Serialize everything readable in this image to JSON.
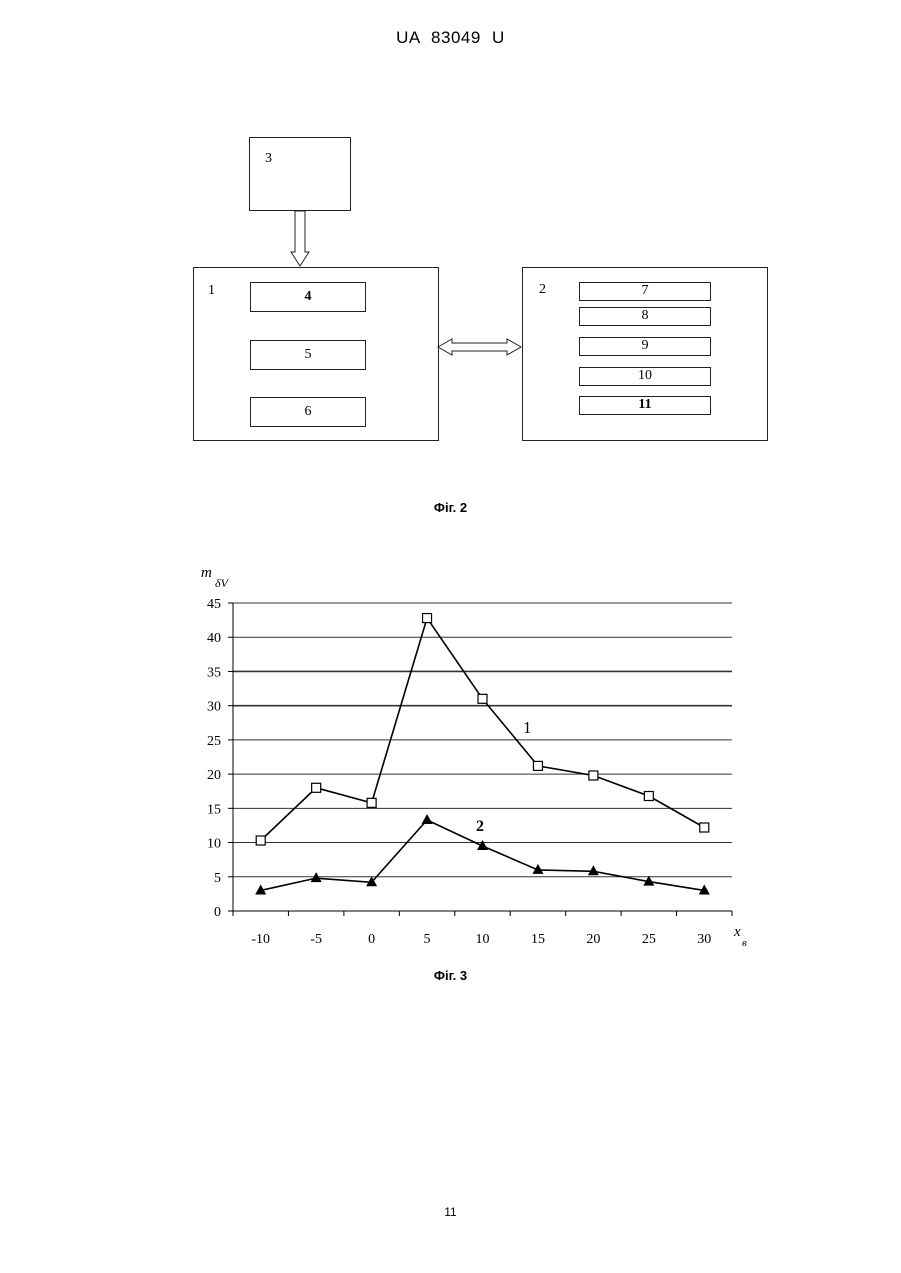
{
  "header": {
    "text": "UA   83049   U"
  },
  "figure2": {
    "caption": "Фіг. 2",
    "block3": {
      "label": "3"
    },
    "block1": {
      "label": "1",
      "items": [
        "4",
        "5",
        "6"
      ]
    },
    "block2": {
      "label": "2",
      "items": [
        "7",
        "8",
        "9",
        "10",
        "11"
      ]
    }
  },
  "figure3": {
    "caption": "Фіг. 3",
    "chart_data": {
      "type": "line",
      "ylabel": "m",
      "ylabel_sub": "δV",
      "xlabel": "x",
      "xlabel_sub": "в",
      "x": [
        -10,
        -5,
        0,
        5,
        10,
        15,
        20,
        25,
        30
      ],
      "ylim": [
        0,
        45
      ],
      "yticks": [
        0,
        5,
        10,
        15,
        20,
        25,
        30,
        35,
        40,
        45
      ],
      "grid": true,
      "series": [
        {
          "name": "1",
          "marker": "square-open",
          "values": [
            10.3,
            18.0,
            15.8,
            42.8,
            31.0,
            21.2,
            19.8,
            16.8,
            12.2
          ]
        },
        {
          "name": "2",
          "marker": "triangle-filled",
          "values": [
            3.0,
            4.8,
            4.2,
            13.3,
            9.5,
            6.0,
            5.8,
            4.3,
            3.0
          ]
        }
      ]
    }
  },
  "footer": {
    "page_number": "11"
  }
}
